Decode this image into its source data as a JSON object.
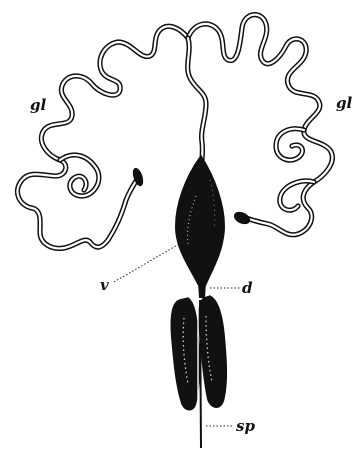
{
  "figure": {
    "labels": {
      "gland_left": "gl",
      "gland_right": "gl",
      "vesicle": "v",
      "duct": "d",
      "spinneret": "sp"
    }
  }
}
